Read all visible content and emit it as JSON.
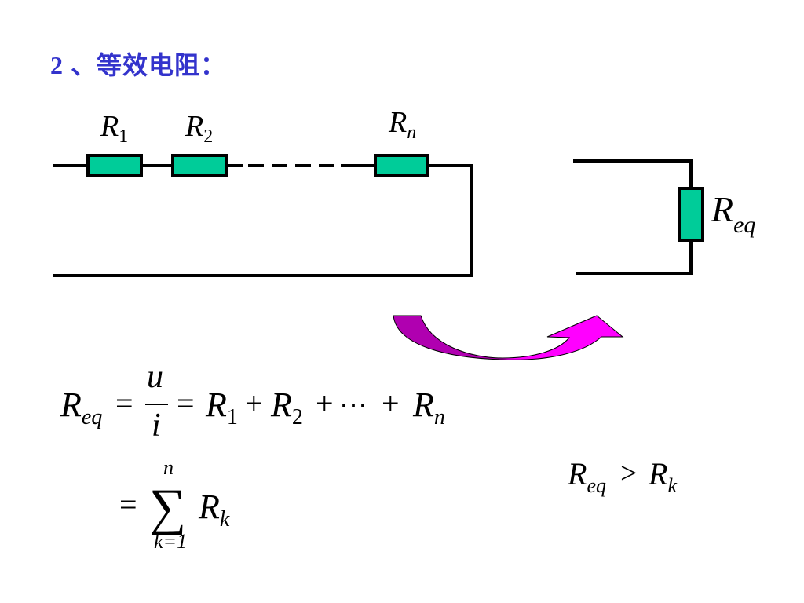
{
  "title": "2 、等效电阻：",
  "colors": {
    "title": "#3333cc",
    "resistor_fill": "#00cc99",
    "wire": "#000000",
    "arrow_dark": "#b000b0",
    "arrow_light": "#ff00ff"
  },
  "series_circuit": {
    "resistors": [
      {
        "symbol": "R",
        "subscript": "1"
      },
      {
        "symbol": "R",
        "subscript": "2"
      },
      {
        "symbol": "R",
        "subscript": "n"
      }
    ]
  },
  "equivalent_circuit": {
    "resistor": {
      "symbol": "R",
      "subscript": "eq"
    }
  },
  "arrow": {
    "icon": "curved-arrow-icon",
    "meaning": "transform to equivalent"
  },
  "formula1": {
    "lhs": "R",
    "lhs_sub": "eq",
    "eq1": "=",
    "num": "u",
    "den": "i",
    "eq2": "=",
    "t1": "R",
    "t1_sub": "1",
    "plus1": "+",
    "t2": "R",
    "t2_sub": "2",
    "plus2": "+",
    "dots": "⋯",
    "plus3": "+",
    "tn": "R",
    "tn_sub": "n"
  },
  "formula2": {
    "eq": "=",
    "sigma": "∑",
    "upper": "n",
    "lower": "k=1",
    "term": "R",
    "term_sub": "k"
  },
  "inequality": {
    "lhs": "R",
    "lhs_sub": "eq",
    "op": ">",
    "rhs": "R",
    "rhs_sub": "k"
  }
}
